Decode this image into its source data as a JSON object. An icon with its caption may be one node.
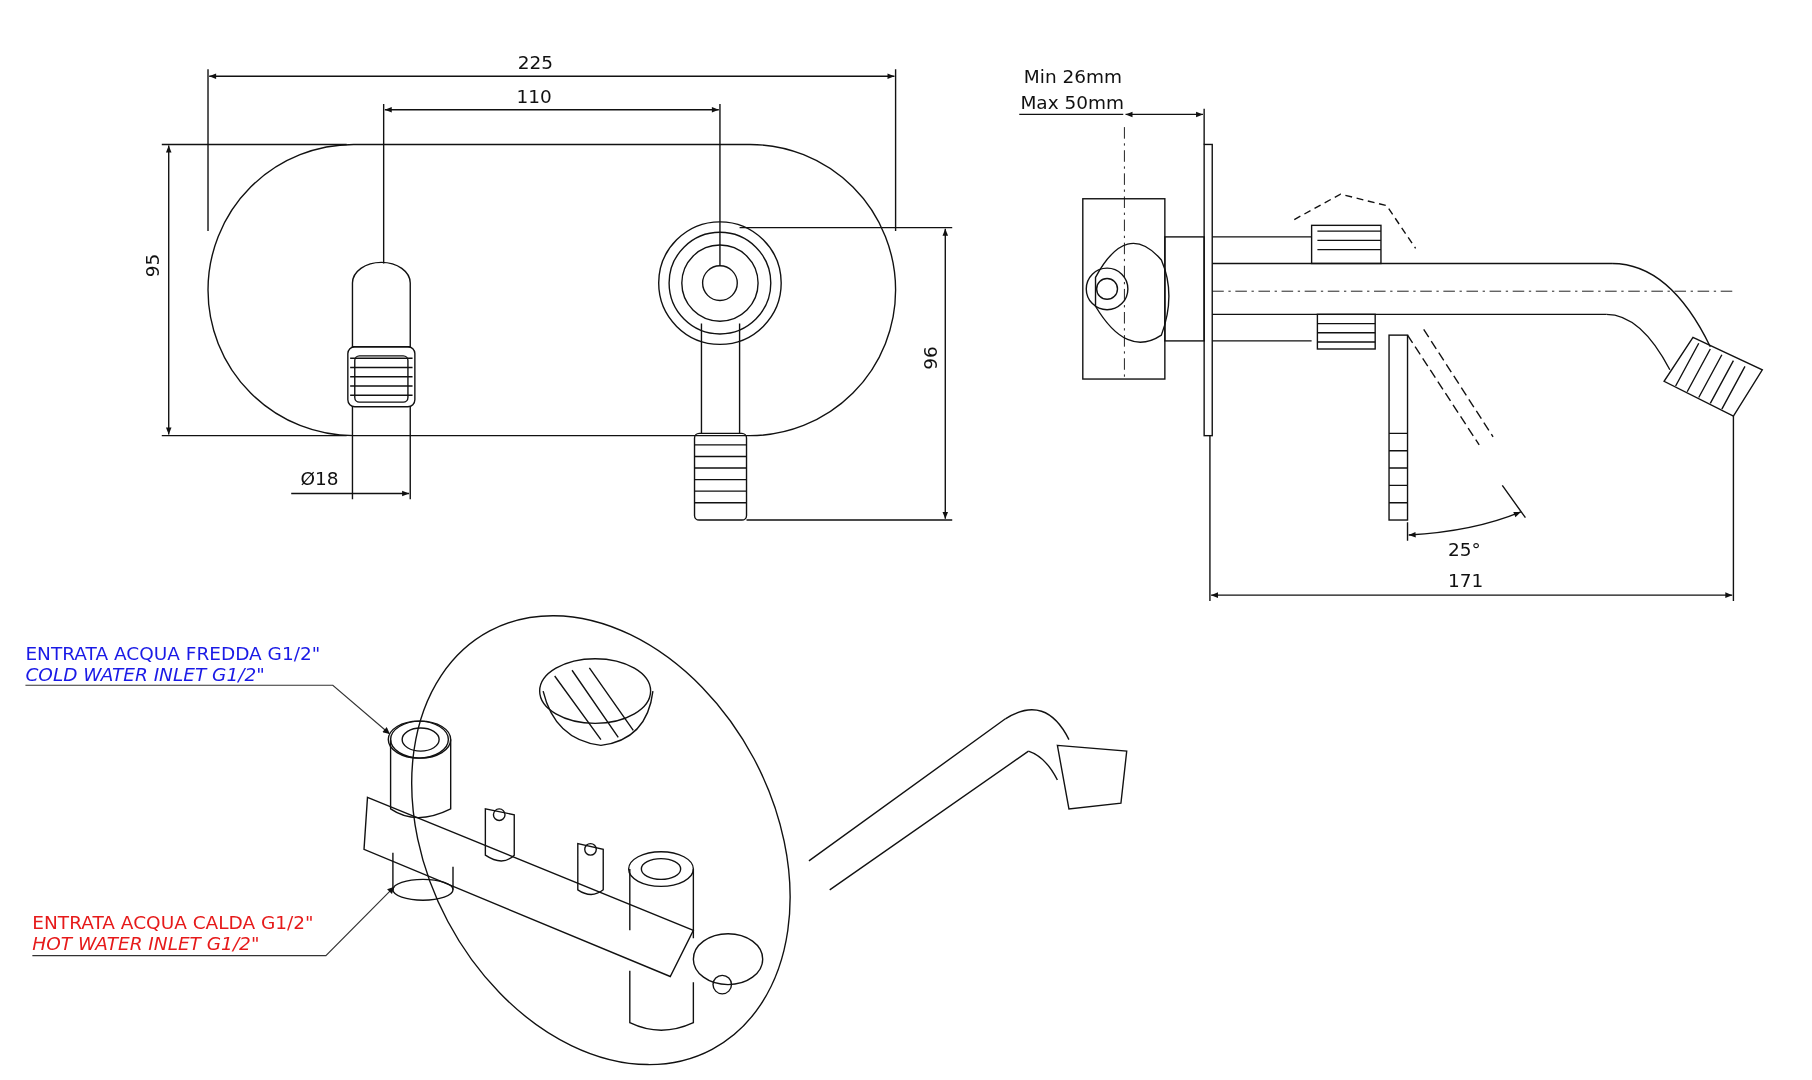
{
  "diagram": {
    "nodes": [
      {
        "text": [
          "ENTRATA ACQUA FREDDA G1/2\"",
          "COLD WATER INLET G1/2\""
        ]
      },
      {
        "text": [],
        "shape": "circle"
      },
      {
        "text": [
          "ENTRATA ACQUA CALDA G1/2\"",
          "HOT WATER INLET G1/2\""
        ]
      },
      {
        "text": [],
        "shape": "circle"
      }
    ],
    "edges": [
      {
        "from": 0,
        "to": 1,
        "arrow": "to"
      },
      {
        "from": 2,
        "to": 3,
        "arrow": "to"
      }
    ],
    "labels": [
      "225",
      "110",
      "95",
      "96",
      "Ø18",
      "Min 26mm",
      "Max 50mm",
      "25°",
      "171"
    ]
  }
}
